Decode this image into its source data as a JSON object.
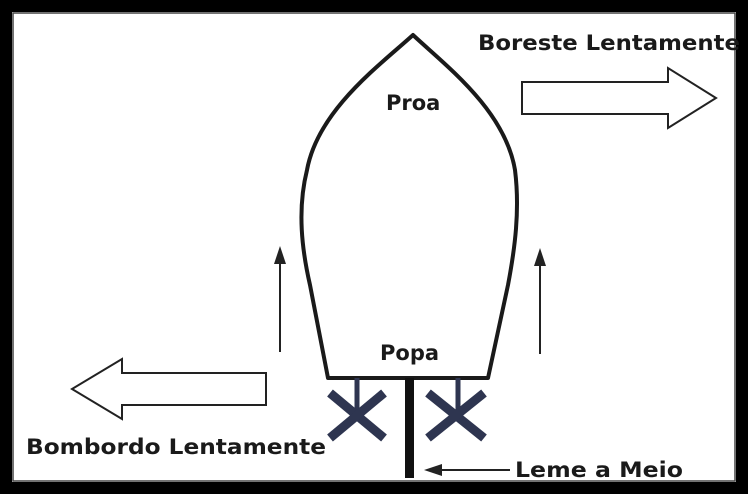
{
  "labels": {
    "bow": "Proa",
    "stern": "Popa",
    "starboard": "Boreste Lentamente",
    "port": "Bombordo Lentamente",
    "rudder": "Leme a Meio"
  },
  "colors": {
    "hull": "#1a1a1a",
    "propeller": "#2e3550",
    "arrow": "#222222",
    "border": "#000000"
  }
}
